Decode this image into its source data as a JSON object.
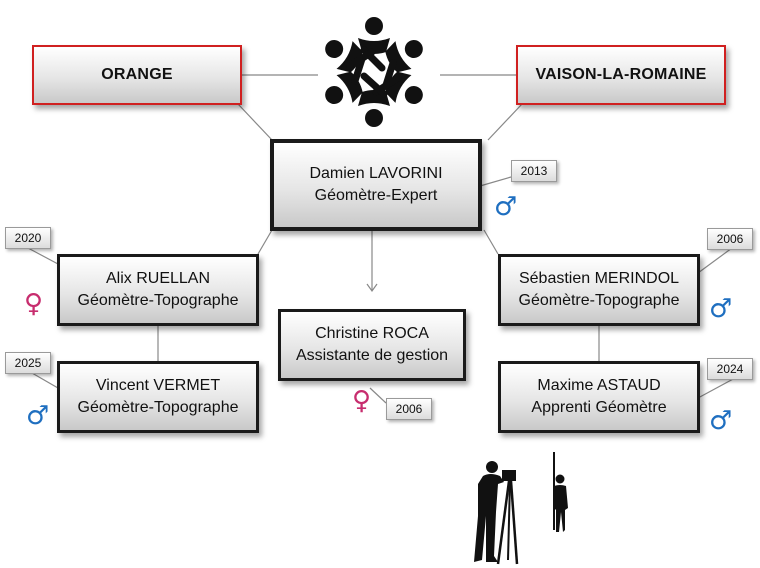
{
  "cities": {
    "left": "ORANGE",
    "right": "VAISON-LA-ROMAINE"
  },
  "people": {
    "director": {
      "name": "Damien LAVORINI",
      "role": "Géomètre-Expert",
      "year": "2013",
      "gender_icon": "male-symbol-icon"
    },
    "alix": {
      "name": "Alix RUELLAN",
      "role": "Géomètre-Topographe",
      "year": "2020",
      "gender_icon": "female-symbol-icon"
    },
    "vincent": {
      "name": "Vincent VERMET",
      "role": "Géomètre-Topographe",
      "year": "2025",
      "gender_icon": "male-symbol-icon"
    },
    "christine": {
      "name": "Christine ROCA",
      "role": "Assistante de gestion",
      "year": "2006",
      "gender_icon": "female-symbol-icon"
    },
    "sebastien": {
      "name": "Sébastien MERINDOL",
      "role": "Géomètre-Topographe",
      "year": "2006",
      "gender_icon": "male-symbol-icon"
    },
    "maxime": {
      "name": "Maxime ASTAUD",
      "role": "Apprenti Géomètre",
      "year": "2024",
      "gender_icon": "male-symbol-icon"
    }
  },
  "symbols": {
    "male": "♂",
    "female": "♀"
  },
  "icons": {
    "logo": "team-circle-icon",
    "illustration": "surveyors-silhouette-icon"
  },
  "colors": {
    "city_border": "#d02020",
    "box_border": "#1a1a1a",
    "male": "#1f6fc0",
    "female": "#c72d6e"
  }
}
